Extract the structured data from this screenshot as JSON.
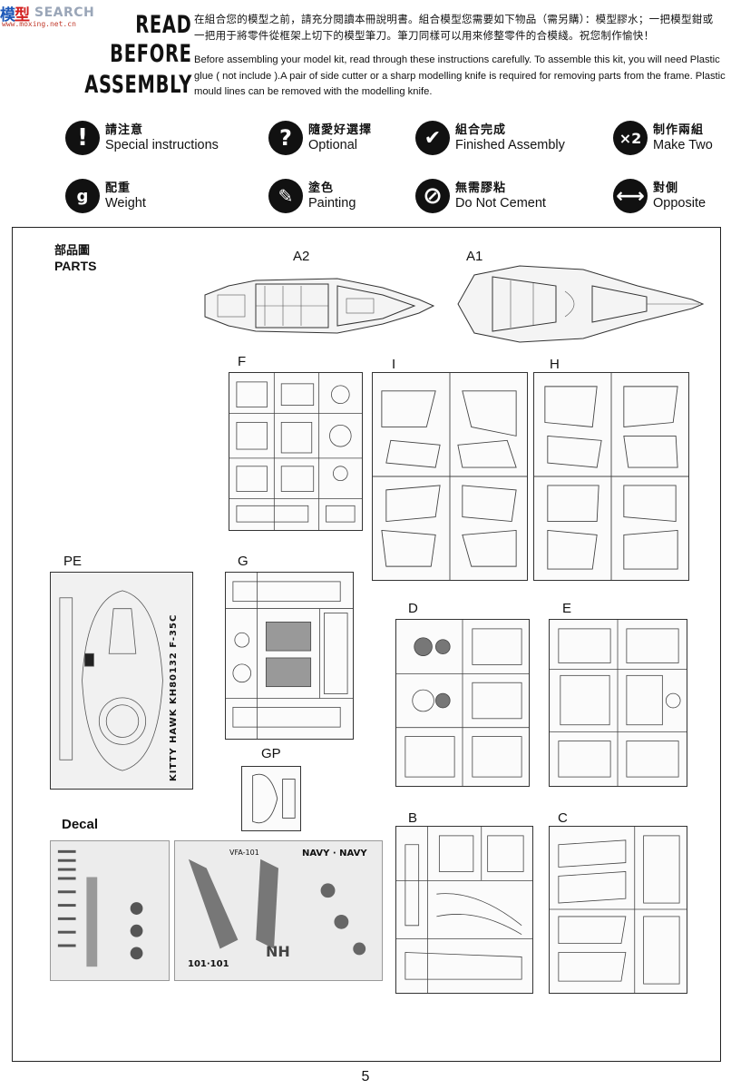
{
  "watermark": {
    "logo_a": "模",
    "logo_b": "型",
    "word": "SEARCH",
    "url": "www.moxing.net.cn"
  },
  "header": {
    "line1": "READ",
    "line2": "BEFORE",
    "line3": "ASSEMBLY",
    "intro_cn": "在組合您的模型之前，請充分閱讀本冊說明書。組合模型您需要如下物品（需另購）：模型膠水；一把模型鉗或一把用于將零件從框架上切下的模型筆刀。筆刀同樣可以用來修整零件的合模綫。祝您制作愉快！",
    "intro_en": "Before assembling your model kit, read through these instructions carefully. To assemble this kit, you will need Plastic glue ( not include ).A pair of side cutter or a sharp modelling knife is required for removing parts from the frame. Plastic mould lines can be removed with the modelling knife."
  },
  "legend": [
    {
      "icon": "exclamation-icon",
      "glyph": "!",
      "cn": "請注意",
      "en": "Special instructions"
    },
    {
      "icon": "question-icon",
      "glyph": "?",
      "cn": "隨愛好選擇",
      "en": "Optional"
    },
    {
      "icon": "check-icon",
      "glyph": "✔",
      "cn": "組合完成",
      "en": "Finished Assembly"
    },
    {
      "icon": "times-two-icon",
      "glyph": "×2",
      "cn": "制作兩組",
      "en": "Make Two"
    },
    {
      "icon": "weight-icon",
      "glyph": "g",
      "cn": "配重",
      "en": "Weight"
    },
    {
      "icon": "paint-brush-icon",
      "glyph": "✎",
      "cn": "塗色",
      "en": "Painting"
    },
    {
      "icon": "no-cement-icon",
      "glyph": "⊘",
      "cn": "無需膠粘",
      "en": "Do Not Cement"
    },
    {
      "icon": "double-arrow-icon",
      "glyph": "⟷",
      "cn": "對側",
      "en": "Opposite"
    }
  ],
  "parts": {
    "title_cn": "部品圖",
    "title_en": "PARTS",
    "labels": {
      "a2": "A2",
      "a1": "A1",
      "f": "F",
      "i": "I",
      "h": "H",
      "pe": "PE",
      "g": "G",
      "d": "D",
      "e": "E",
      "gp": "GP",
      "decal": "Decal",
      "b": "B",
      "c": "C"
    },
    "pe_sheet_text": "KITTY HAWK  KH80132  F-35C",
    "decal_text": {
      "navy": "NAVY · NAVY",
      "tail_code": "NH",
      "serial": "101·101",
      "modex": "VFA-101"
    }
  },
  "footer": {
    "page_number": "5"
  }
}
